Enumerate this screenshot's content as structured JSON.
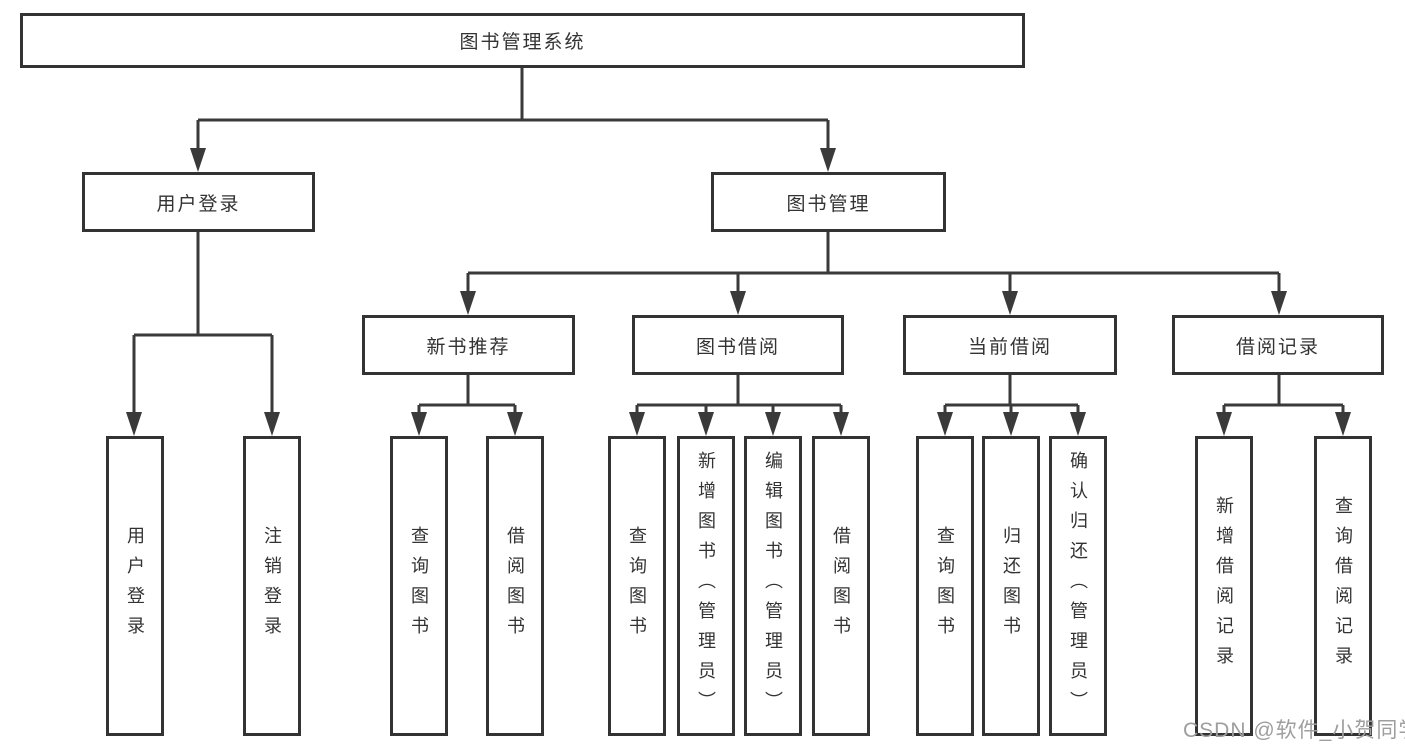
{
  "diagram_type": "hierarchy-tree",
  "colors": {
    "line": "#3a3a3a",
    "box_border": "#333333",
    "text": "#333333",
    "watermark_text": "#9e9e9e",
    "background": "#ffffff"
  },
  "nodes": {
    "root": "图书管理系统",
    "l2_user": "用户登录",
    "l2_book": "图书管理",
    "l3_newbook": "新书推荐",
    "l3_borrow": "图书借阅",
    "l3_current": "当前借阅",
    "l3_records": "借阅记录",
    "leaf_user_login": "用户登录",
    "leaf_user_logout": "注销登录",
    "leaf_new_query": "查询图书",
    "leaf_new_borrow": "借阅图书",
    "leaf_borrow_query": "查询图书",
    "leaf_borrow_add": "新增图书（管理员）",
    "leaf_borrow_edit": "编辑图书（管理员）",
    "leaf_borrow_borrow": "借阅图书",
    "leaf_current_query": "查询图书",
    "leaf_current_return": "归还图书",
    "leaf_current_confirm": "确认归还（管理员）",
    "leaf_records_add": "新增借阅记录",
    "leaf_records_query": "查询借阅记录"
  },
  "hierarchy": {
    "图书管理系统": {
      "用户登录": [
        "用户登录",
        "注销登录"
      ],
      "图书管理": {
        "新书推荐": [
          "查询图书",
          "借阅图书"
        ],
        "图书借阅": [
          "查询图书",
          "新增图书（管理员）",
          "编辑图书（管理员）",
          "借阅图书"
        ],
        "当前借阅": [
          "查询图书",
          "归还图书",
          "确认归还（管理员）"
        ],
        "借阅记录": [
          "新增借阅记录",
          "查询借阅记录"
        ]
      }
    }
  },
  "watermark": "CSDN @软件_小贺同学"
}
